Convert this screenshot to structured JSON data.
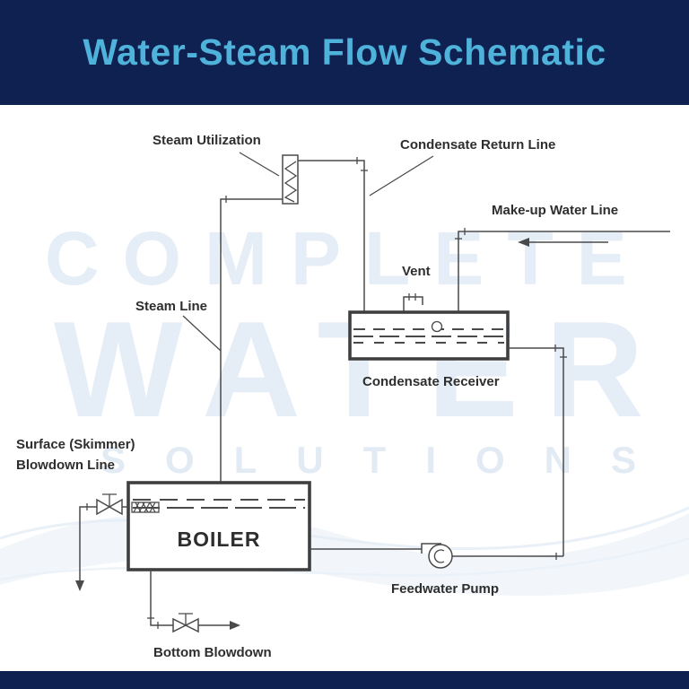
{
  "header": {
    "title": "Water-Steam Flow Schematic"
  },
  "watermark": {
    "line1": "COMPLETE",
    "line2": "WATER",
    "line3": "SOLUTIONS"
  },
  "colors": {
    "header_bg": "#0e2150",
    "title": "#4fb2da",
    "line": "#4a4a4a",
    "label": "#2e2e2e",
    "watermark": "#e5edf6"
  },
  "diagram": {
    "labels": {
      "steam_utilization": "Steam Utilization",
      "condensate_return_line": "Condensate Return Line",
      "makeup_water_line": "Make-up Water Line",
      "vent": "Vent",
      "steam_line": "Steam Line",
      "condensate_receiver": "Condensate Receiver",
      "surface_blowdown_1": "Surface (Skimmer)",
      "surface_blowdown_2": "Blowdown Line",
      "boiler": "BOILER",
      "feedwater_pump": "Feedwater Pump",
      "bottom_blowdown": "Bottom Blowdown"
    },
    "components": [
      "boiler",
      "steam-utilization-heat-exchanger",
      "condensate-receiver",
      "feedwater-pump",
      "surface-blowdown-valve",
      "bottom-blowdown-valve",
      "vent",
      "float-valve"
    ]
  }
}
